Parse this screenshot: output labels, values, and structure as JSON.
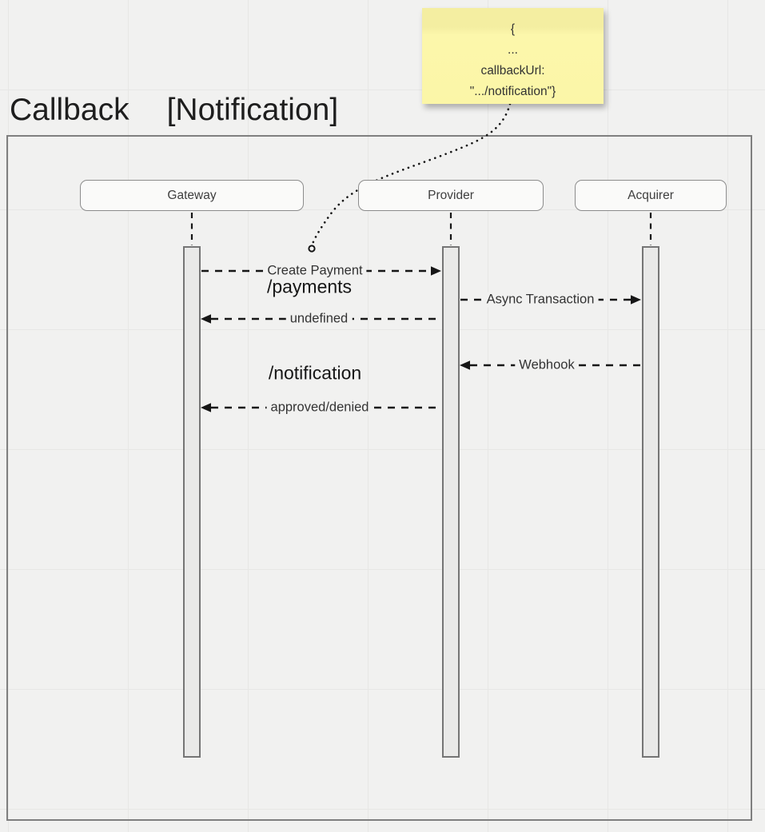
{
  "title": {
    "text": "Callback",
    "bracket": "[Notification]"
  },
  "note": {
    "lines": [
      "{",
      "...",
      "callbackUrl:",
      "\".../notification\"}"
    ]
  },
  "actors": [
    {
      "label": "Gateway"
    },
    {
      "label": "Provider"
    },
    {
      "label": "Acquirer"
    }
  ],
  "messages": [
    {
      "label": "Create Payment",
      "from": "Gateway",
      "to": "Provider",
      "style": "dashed"
    },
    {
      "label": "undefined",
      "from": "Provider",
      "to": "Gateway",
      "style": "dashed"
    },
    {
      "label": "Async Transaction",
      "from": "Provider",
      "to": "Acquirer",
      "style": "dashed"
    },
    {
      "label": "Webhook",
      "from": "Acquirer",
      "to": "Provider",
      "style": "dashed"
    },
    {
      "label": "approved/denied",
      "from": "Provider",
      "to": "Gateway",
      "style": "dashed"
    }
  ],
  "annotations": [
    {
      "label": "/payments"
    },
    {
      "label": "/notification"
    }
  ],
  "colors": {
    "canvas_bg": "#f1f1f0",
    "grid_line": "#e7e7e5",
    "frame_border": "#7f7f7f",
    "note_fill": "#fbf6a7",
    "actor_fill": "#fafaf9",
    "bar_fill": "#e9e9e8",
    "stroke": "#161616"
  }
}
